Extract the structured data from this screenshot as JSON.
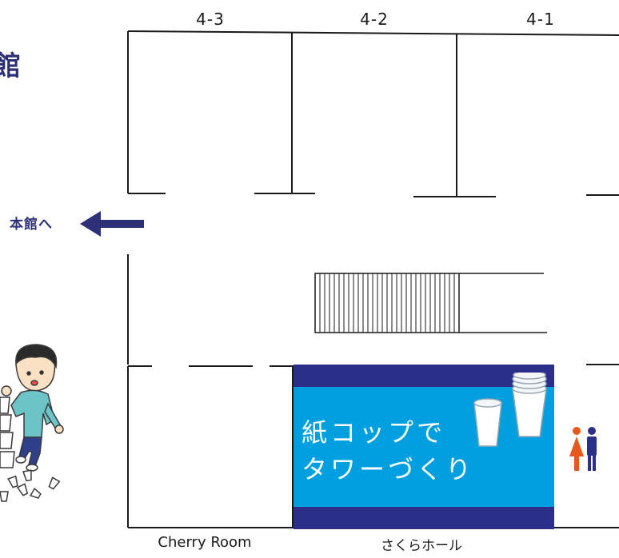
{
  "colors": {
    "wall": "#1a1a1a",
    "arrow": "#2d3077",
    "event_bg": "#00a0e0",
    "event_band": "#2b2f8a",
    "female": "#e8581c",
    "male": "#2b2f8a"
  },
  "top_rooms": [
    {
      "label": "4-3"
    },
    {
      "label": "4-2"
    },
    {
      "label": "4-1"
    }
  ],
  "edge_text": "館",
  "direction": {
    "label": "本館へ",
    "arrow_icon": "arrow-left-icon"
  },
  "event": {
    "title_line1": "紙コップで",
    "title_line2": "タワーづくり",
    "icon": "paper-cup-icon"
  },
  "restroom": {
    "icon": "restroom-icon"
  },
  "bottom_rooms": [
    {
      "label": "Cherry Room"
    },
    {
      "label": "さくらホール"
    }
  ],
  "illustration": {
    "icon": "child-stacking-cups-icon"
  }
}
